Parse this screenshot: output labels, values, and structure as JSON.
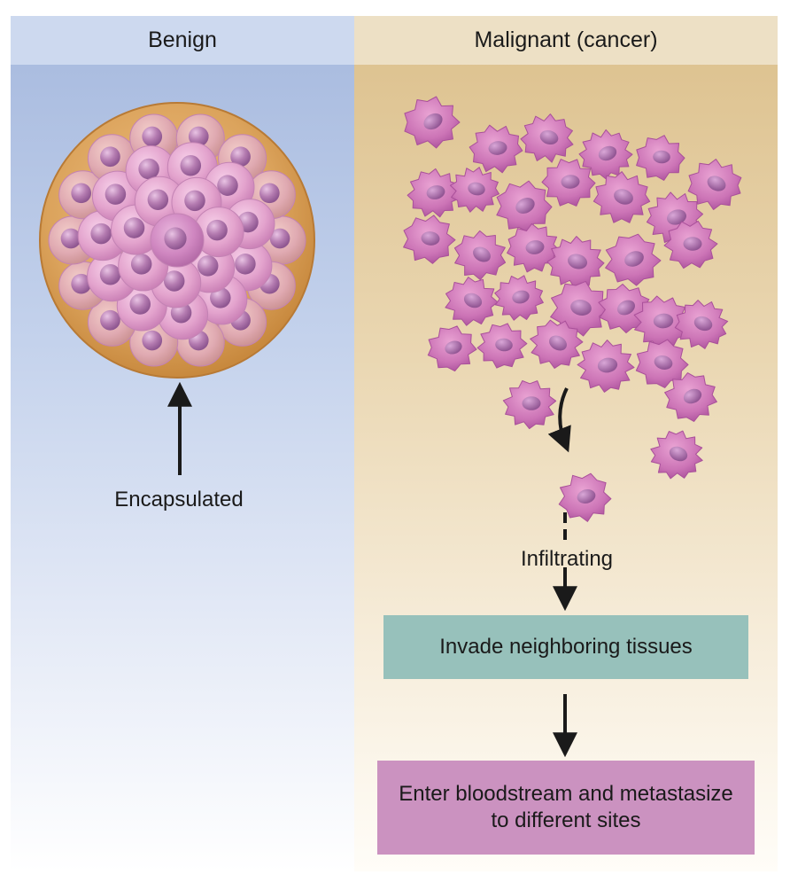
{
  "benign": {
    "heading": "Benign",
    "arrow_label": "Encapsulated"
  },
  "malignant": {
    "heading": "Malignant (cancer)",
    "arrow_label": "Infiltrating",
    "steps": [
      "Invade neighboring tissues",
      "Enter bloodstream and metastasize to different sites"
    ]
  },
  "colors": {
    "benign_background": "#a6b9de",
    "malignant_background": "#dcc08c",
    "capsule": "#d49a50",
    "cell": "#e3a3cd",
    "nucleus": "#b275ad",
    "invade_box": "#97c1bb",
    "metastasize_box": "#cb92c0"
  }
}
